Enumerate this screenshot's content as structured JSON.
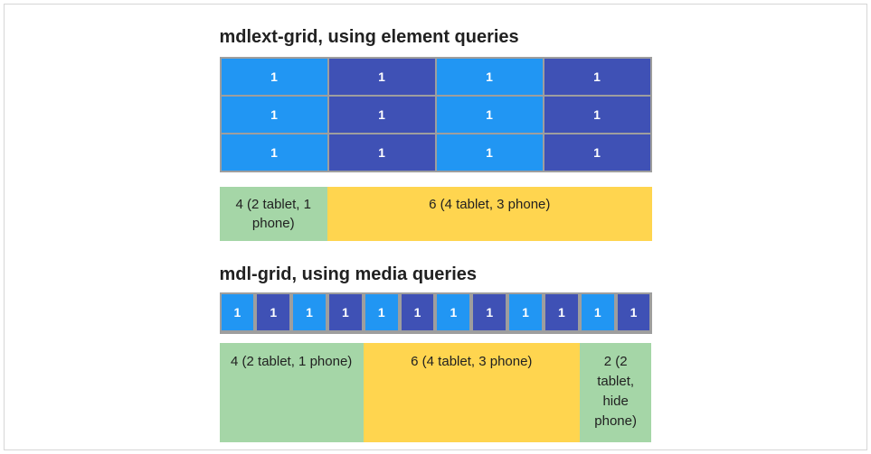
{
  "page": {
    "background": "#ffffff",
    "border_color": "#d6d6d6"
  },
  "colors": {
    "cell_blue": "#2196f3",
    "cell_indigo": "#3f51b5",
    "cell_green": "#a5d6a7",
    "cell_yellow": "#ffd54f",
    "grid_chrome": "#9e9e9e",
    "title_text": "#212121",
    "unit_text": "#ffffff",
    "span_text": "#212121"
  },
  "sections": [
    {
      "title": "mdlext-grid, using element queries",
      "unit_grid": {
        "columns": 4,
        "rows": 3,
        "cell_count": 12,
        "cell_label": "1",
        "alternating_colors": [
          "cell_blue",
          "cell_indigo"
        ]
      },
      "span_row": {
        "cells": [
          {
            "label": "4 (2 tablet, 1 phone)",
            "color": "cell_green",
            "width_percent": 25
          },
          {
            "label": "6 (4 tablet, 3 phone)",
            "color": "cell_yellow",
            "width_percent": 75
          }
        ]
      }
    },
    {
      "title": "mdl-grid, using media queries",
      "unit_grid": {
        "columns": 12,
        "rows": 1,
        "cell_count": 12,
        "cell_label": "1",
        "alternating_colors": [
          "cell_blue",
          "cell_indigo"
        ]
      },
      "span_row": {
        "cells": [
          {
            "label": "4 (2 tablet, 1 phone)",
            "color": "cell_green",
            "width_percent": 33.33
          },
          {
            "label": "6 (4 tablet, 3 phone)",
            "color": "cell_yellow",
            "width_percent": 50
          },
          {
            "label": "2 (2 tablet, hide phone)",
            "color": "cell_green",
            "width_percent": 16.67
          }
        ]
      }
    }
  ]
}
